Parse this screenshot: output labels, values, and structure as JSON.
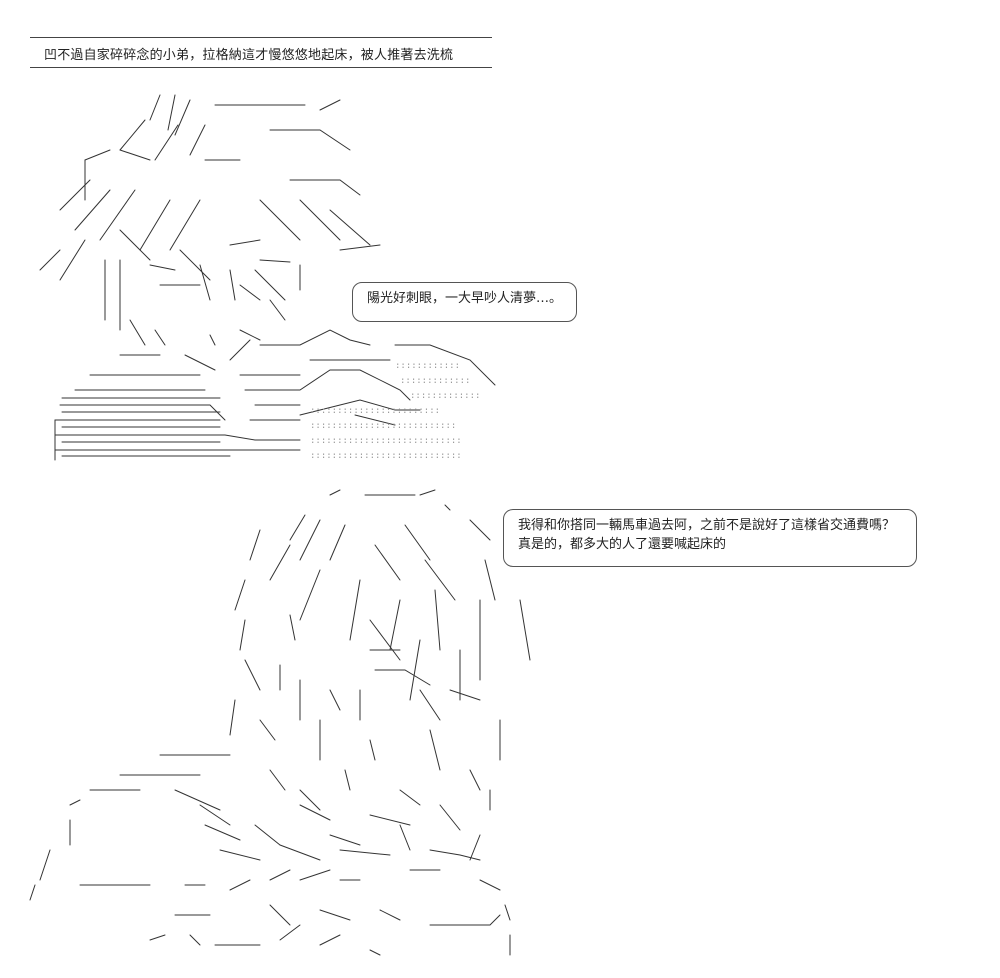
{
  "caption": "凹不過自家碎碎念的小弟，拉格納這才慢悠悠地起床，被人推著去洗梳",
  "bubble1": {
    "line1": "陽光好刺眼，一大早吵人清夢…。"
  },
  "bubble2": {
    "line1": "我得和你搭同一輛馬車過去阿，之前不是說好了這樣省交通費嗎？",
    "line2": "真是的，都多大的人了還要喊起床的"
  },
  "colors": {
    "ink": "#222222",
    "rule": "#444444",
    "background": "#ffffff"
  }
}
